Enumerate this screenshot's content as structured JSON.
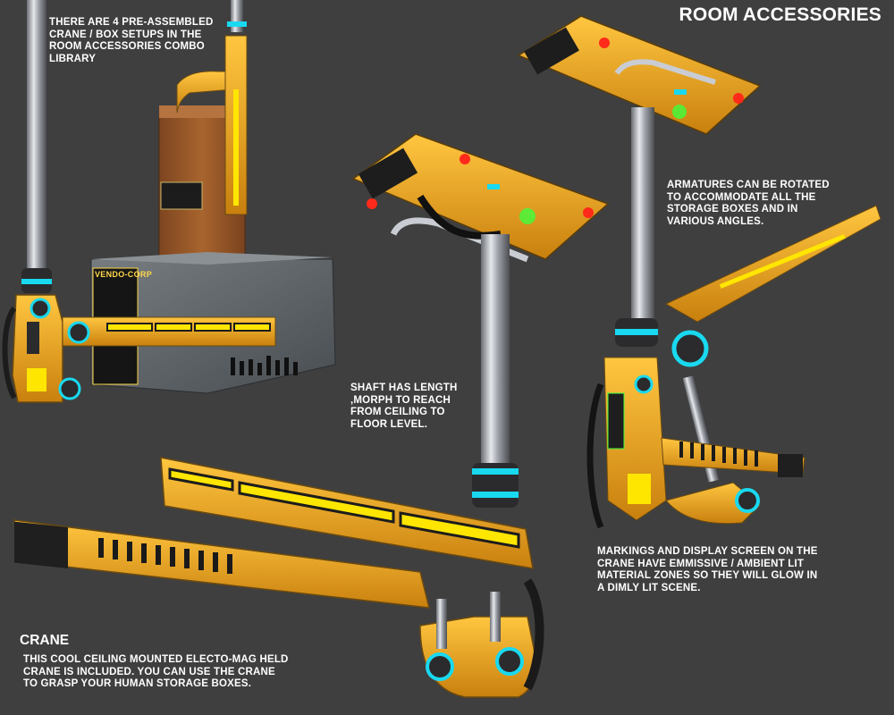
{
  "page": {
    "title": "ROOM ACCESSORIES",
    "heading": "CRANE"
  },
  "captions": {
    "combo": "THERE ARE 4 PRE-ASSEMBLED\nCRANE / BOX SETUPS IN THE\nROOM ACCESSORIES COMBO\nLIBRARY",
    "armatures": "ARMATURES CAN BE ROTATED\nTO ACCOMMODATE ALL THE\nSTORAGE BOXES AND IN\nVARIOUS ANGLES.",
    "shaft": "SHAFT HAS LENGTH\n,MORPH TO REACH\nFROM CEILING TO\nFLOOR LEVEL.",
    "markings": "MARKINGS AND DISPLAY SCREEN ON THE\nCRANE HAVE EMMISSIVE / AMBIENT LIT\nMATERIAL ZONES SO THEY WILL GLOW IN\nA DIMLY LIT SCENE.",
    "crane": "THIS COOL CEILING MOUNTED ELECTO-MAG HELD\nCRANE IS INCLUDED.  YOU CAN USE THE CRANE\nTO GRASP YOUR HUMAN STORAGE BOXES."
  },
  "box_labels": {
    "brand": "VENDO-CORP"
  },
  "colors": {
    "background": "#3f3f3f",
    "crane_yellow": "#f2a81d",
    "emissive_yellow": "#ffe600",
    "glow_cyan": "#19d9f0",
    "chrome": "#c9ccd2",
    "dark_metal": "#2b2b2d",
    "warning_red": "#ff2a1a",
    "glow_green": "#3dff3d",
    "crate_brown": "#9c5a2a",
    "steel_box": "#5e6468"
  },
  "icons": [
    "crane-illustration",
    "storage-box-illustration"
  ]
}
